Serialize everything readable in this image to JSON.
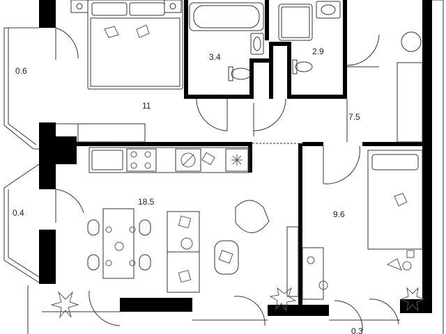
{
  "floor_plan": {
    "room_areas": [
      {
        "id": "loggia-upper",
        "area": "0.6"
      },
      {
        "id": "bathroom",
        "area": "3.4"
      },
      {
        "id": "toilet-room",
        "area": "2.9"
      },
      {
        "id": "bedroom",
        "area": "11"
      },
      {
        "id": "hallway",
        "area": "7.5"
      },
      {
        "id": "kitchen-living",
        "area": "18.5"
      },
      {
        "id": "loggia-lower",
        "area": "0.4"
      },
      {
        "id": "second-bedroom",
        "area": "9.6"
      },
      {
        "id": "small-balcony",
        "area": "0.3"
      }
    ]
  },
  "colors": {
    "wall": "#000000",
    "line": "#333333",
    "furniture": "#555555",
    "background": "#ffffff"
  }
}
